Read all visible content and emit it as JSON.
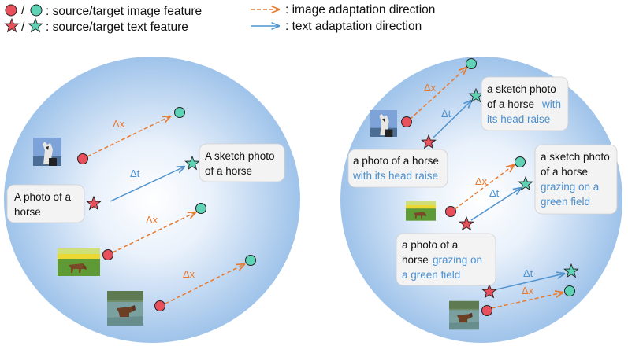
{
  "legend": {
    "slash": "/",
    "image_feature": ": source/target image feature",
    "text_feature": ": source/target text feature",
    "image_direction": ": image adaptation direction",
    "text_direction": ": text adaptation direction"
  },
  "colors": {
    "source": "#e8505b",
    "target": "#5ed3b5",
    "image_arrow": "#e87a2e",
    "text_arrow": "#4f93cf",
    "highlight_text": "#4a8fcf"
  },
  "left": {
    "source_caption": [
      "A photo of a",
      "horse"
    ],
    "target_caption": [
      "A sketch photo",
      "of a horse"
    ],
    "delta_t": "Δt",
    "delta_x": "Δx",
    "images": [
      "horse-head-photo",
      "horse-grass-field-photo",
      "horse-water-photo"
    ]
  },
  "right": {
    "cap1_line1": "a sketch photo",
    "cap1_line2a": "of a  horse",
    "cap1_line2b": "with",
    "cap1_line3": "its head raise",
    "cap2_line1": "a photo of a  horse",
    "cap2_line2": "with its head raise",
    "cap3_line1": "a sketch photo",
    "cap3_line2": "of a horse",
    "cap3_line3": "grazing on a",
    "cap3_line4": "green field",
    "cap4_line1": "a photo of a",
    "cap4_line2a": "horse",
    "cap4_line2b": "grazing on",
    "cap4_line3": "a green field",
    "delta_t": "Δt",
    "delta_x": "Δx",
    "images": [
      "horse-head-photo",
      "horse-grass-field-photo",
      "horse-water-photo"
    ]
  }
}
